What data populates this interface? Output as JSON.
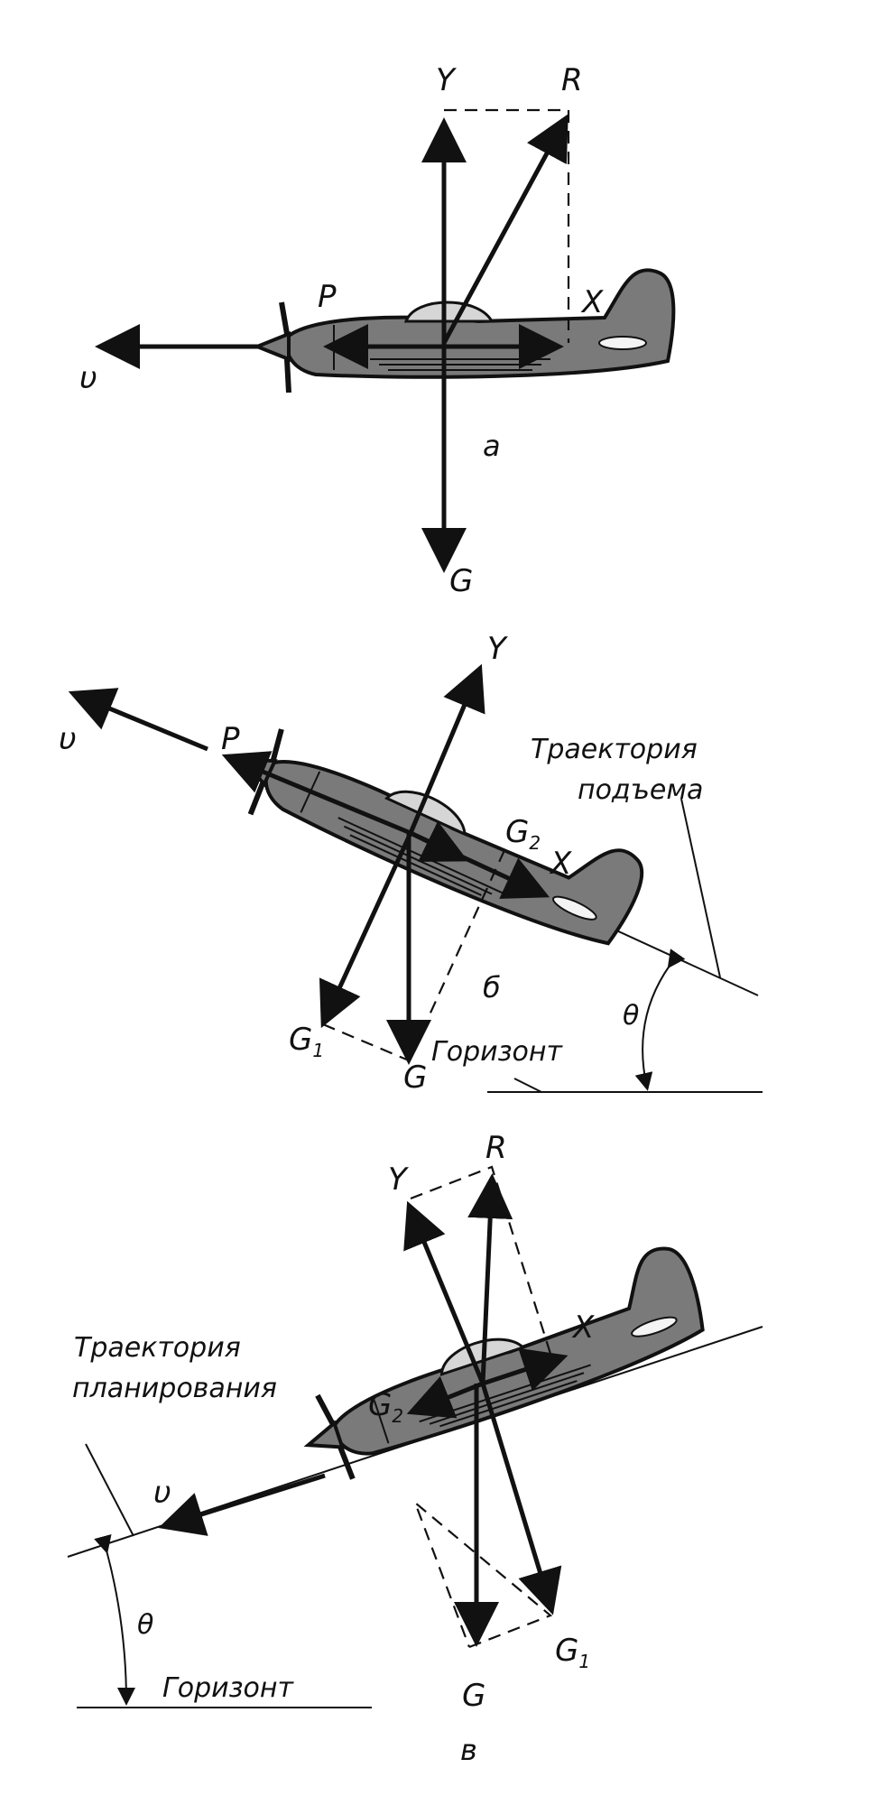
{
  "panel_a": {
    "caption": "a",
    "labels": {
      "Y": "Y",
      "R": "R",
      "P": "P",
      "X": "X",
      "G": "G",
      "v": "υ"
    }
  },
  "panel_b": {
    "caption": "б",
    "trajectory": "Траектория подъема",
    "trajectory_line1": "Траектория",
    "trajectory_line2": "подъема",
    "horizon": "Горизонт",
    "angle": "θ",
    "labels": {
      "Y": "Y",
      "P": "P",
      "X": "X",
      "G": "G",
      "G1": "G",
      "G1_sub": "1",
      "G2": "G",
      "G2_sub": "2",
      "v": "υ"
    }
  },
  "panel_c": {
    "caption": "в",
    "trajectory_line1": "Траектория",
    "trajectory_line2": "планирования",
    "horizon": "Горизонт",
    "angle": "θ",
    "labels": {
      "Y": "Y",
      "R": "R",
      "X": "X",
      "G": "G",
      "G1": "G",
      "G1_sub": "1",
      "G2": "G",
      "G2_sub": "2",
      "v": "υ"
    }
  }
}
